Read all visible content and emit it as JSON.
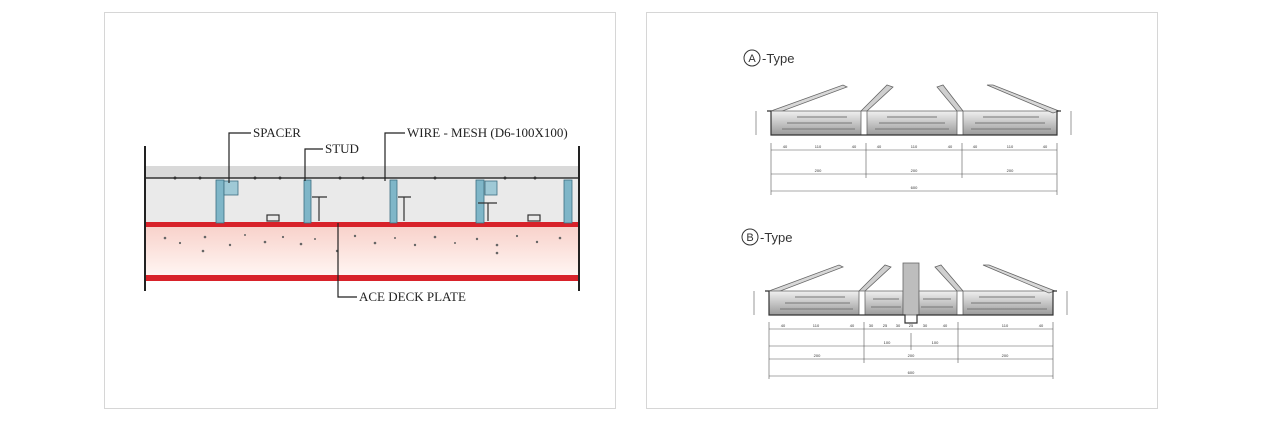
{
  "section_drawing": {
    "labels": {
      "spacer": "SPACER",
      "stud": "STUD",
      "wire_mesh": "WIRE - MESH (D6-100X100)",
      "deck_plate": "ACE DECK PLATE"
    },
    "colors": {
      "plate": "#d8222a",
      "concrete": "#fbe6e2",
      "slab": "#d9d9d9",
      "steel": "#7fb6c8"
    }
  },
  "profile_drawings": {
    "type_a": {
      "circle": "A",
      "suffix": "-Type",
      "dims_top": [
        "40",
        "110",
        "40",
        "40",
        "110",
        "40",
        "40",
        "110",
        "40"
      ],
      "dims_mid": [
        "200",
        "200",
        "200"
      ],
      "dims_total": "600"
    },
    "type_b": {
      "circle": "B",
      "suffix": "-Type",
      "dims_top": [
        "40",
        "110",
        "40",
        "30",
        "25",
        "30",
        "25",
        "30",
        "40",
        "110",
        "40"
      ],
      "dims_mid": [
        "200",
        "100",
        "200",
        "100",
        "200"
      ],
      "dims_total": "600"
    }
  }
}
